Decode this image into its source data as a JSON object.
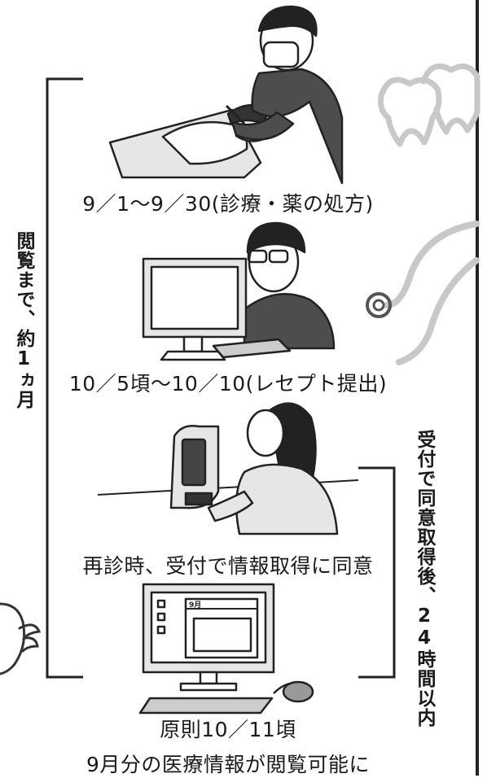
{
  "steps": [
    {
      "caption": "9／1〜9／30(診療・薬の処方)"
    },
    {
      "caption": "10／5頃〜10／10(レセプト提出)"
    },
    {
      "caption": "再診時、受付で情報取得に同意"
    },
    {
      "caption": "原則10／11頃",
      "caption2": "9月分の医療情報が閲覧可能に"
    }
  ],
  "brackets": {
    "left_label": "閲覧まで、約1ヵ月",
    "right_label": "受付で同意取得後、24時間以内"
  },
  "screen": {
    "month_label": "9月"
  },
  "icons": [
    "tooth-icon",
    "stethoscope-icon",
    "bird-icon"
  ]
}
